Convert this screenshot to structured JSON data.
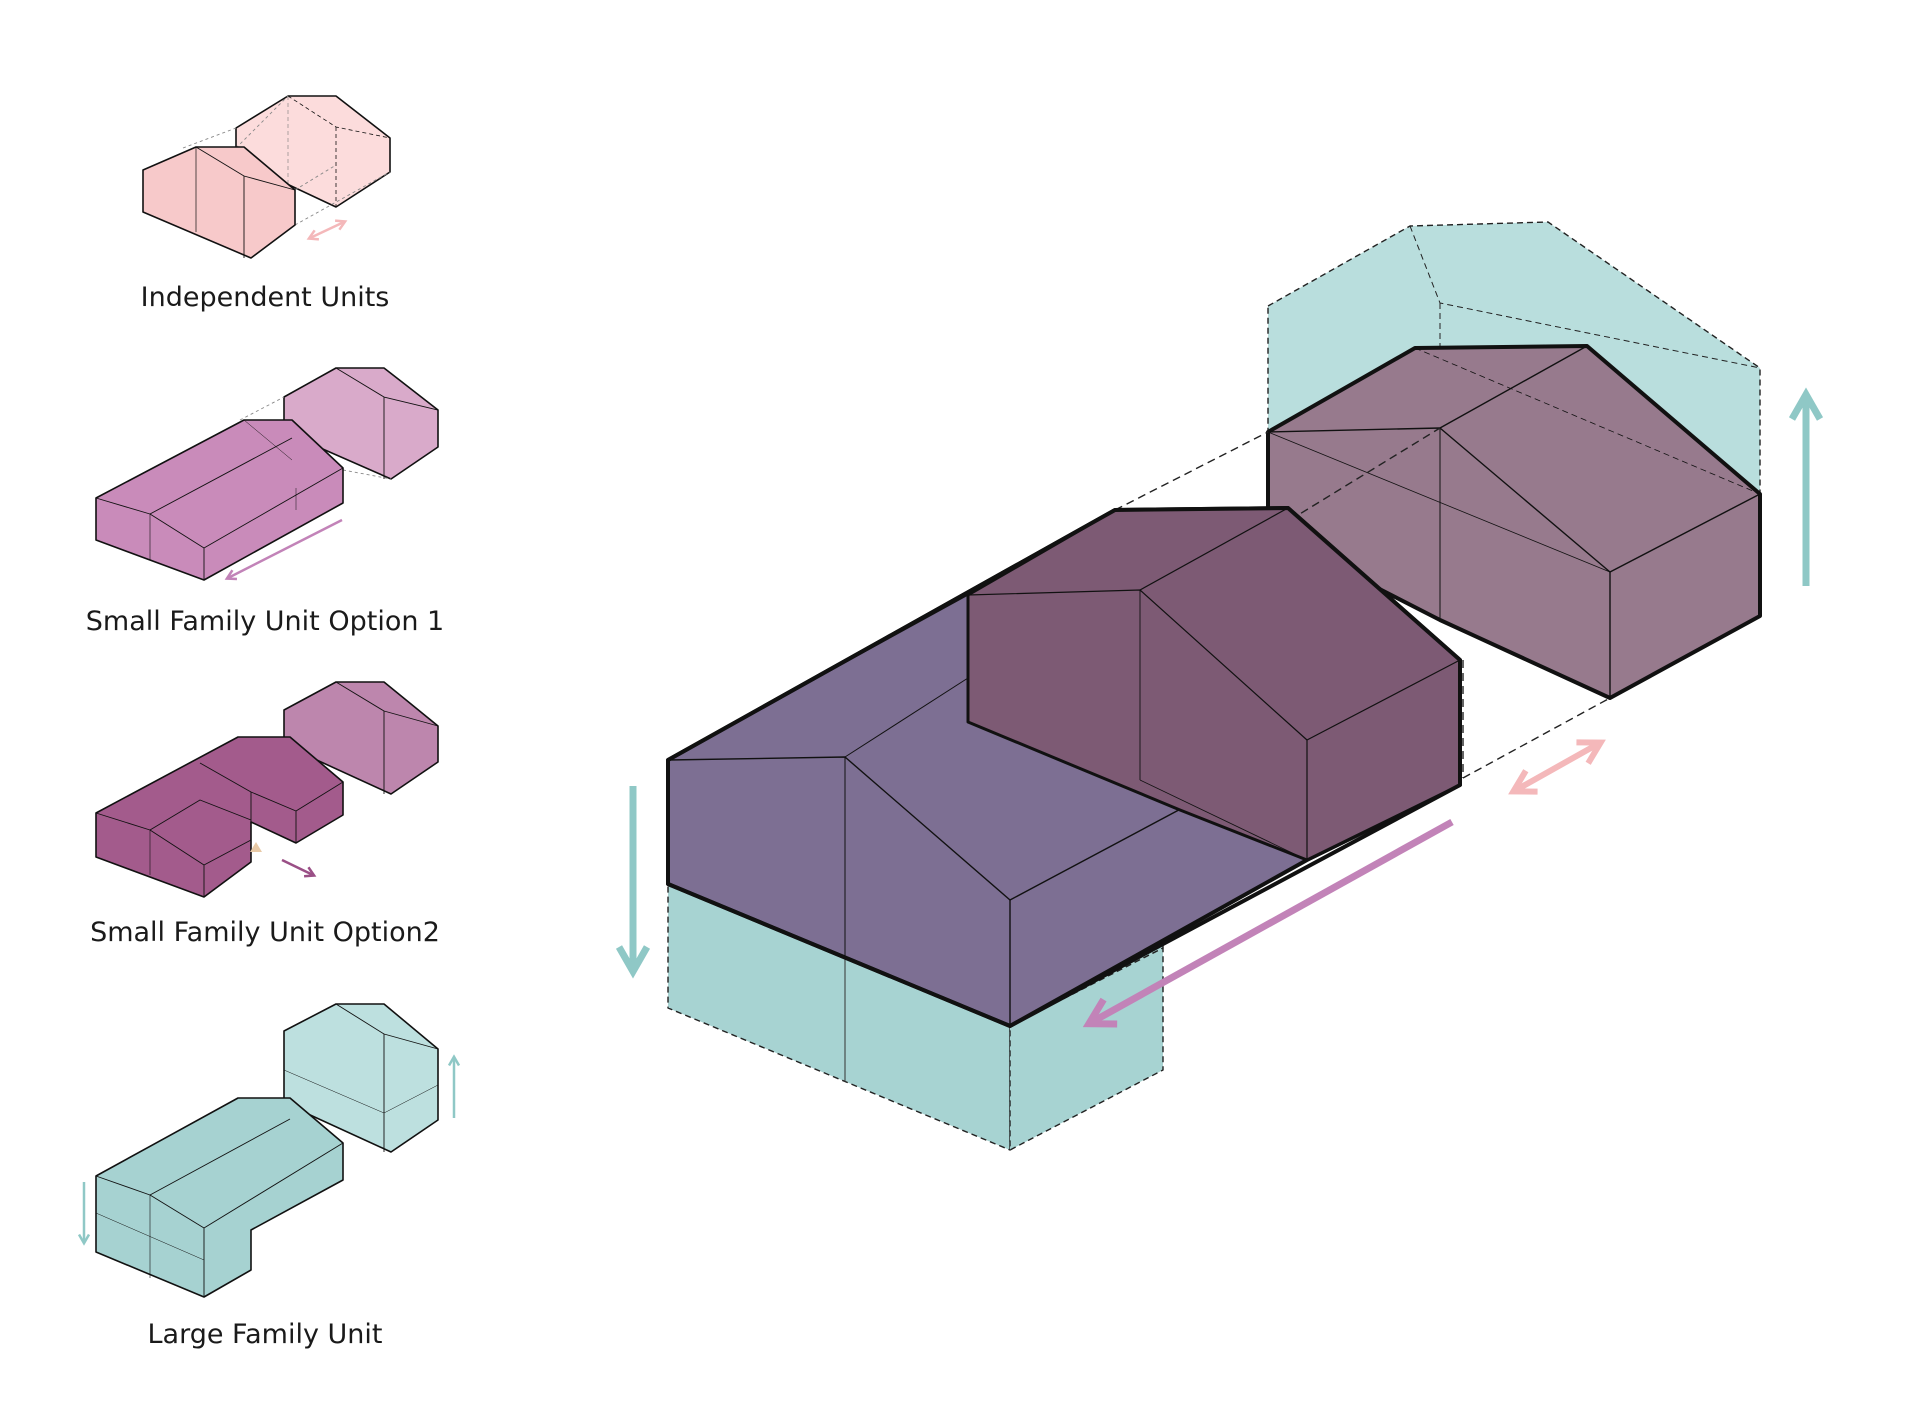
{
  "colors": {
    "pink": "#f7c9ca",
    "pink_light": "#fcdcdc",
    "pink_arrow": "#f4b8ba",
    "mauve": "#c98bba",
    "mauve_light": "#d9aaca",
    "mauve_arrow": "#c283b8",
    "plum": "#a35b8c",
    "plum_light": "#bd86ad",
    "plum_arrow": "#9a4f86",
    "teal": "#a6d2d1",
    "teal_light": "#bde0df",
    "teal_arrow": "#8fc8c6",
    "main_purple": "#7d6f93",
    "main_plum": "#7d5a74",
    "main_mauve": "#977a8d",
    "main_teal": "#a7d3d2",
    "outline": "#111111"
  },
  "captions": {
    "independent": "Independent Units",
    "small_1": "Small Family Unit Option 1",
    "small_2": "Small Family Unit Option2",
    "large": "Large Family Unit"
  },
  "icons": {
    "pink_arrow": "double-arrow-icon",
    "mauve_arrow": "arrow-left-down-icon",
    "plum_arrow": "arrow-right-down-icon",
    "teal_arrow_up": "arrow-up-icon",
    "teal_arrow_down": "arrow-down-icon"
  }
}
